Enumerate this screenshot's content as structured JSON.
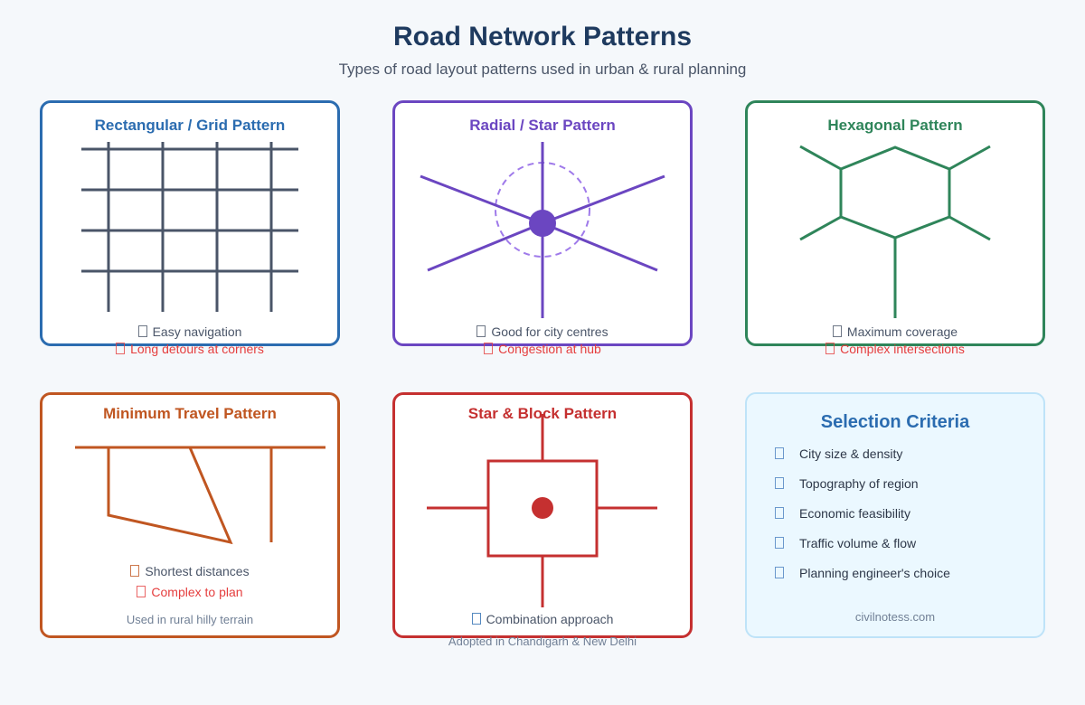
{
  "header": {
    "title": "Road Network Patterns",
    "subtitle": "Types of road layout patterns used in urban & rural planning"
  },
  "colors": {
    "grid": "#2b6cb0",
    "radial": "#6b46c1",
    "hexagonal": "#2f855a",
    "min_travel": "#c05621",
    "star_block": "#c53030",
    "criteria": "#2b6cb0"
  },
  "cards": [
    {
      "title": "Rectangular / Grid Pattern",
      "pro": "Easy navigation",
      "con": "Long detours at corners"
    },
    {
      "title": "Radial / Star Pattern",
      "pro": "Good for city centres",
      "con": "Congestion at hub"
    },
    {
      "title": "Hexagonal Pattern",
      "pro": "Maximum coverage",
      "con": "Complex intersections"
    },
    {
      "title": "Minimum Travel Pattern",
      "pro": "Shortest distances",
      "con": "Complex to plan",
      "note": "Used in rural hilly terrain"
    },
    {
      "title": "Star & Block Pattern",
      "pro": "Combination approach",
      "note": "Adopted in Chandigarh & New Delhi"
    }
  ],
  "criteria": {
    "title": "Selection Criteria",
    "icon": "missing-glyph-box",
    "items": [
      "City size & density",
      "Topography of region",
      "Economic feasibility",
      "Traffic volume & flow",
      "Planning engineer's choice"
    ],
    "footer": "civilnotess.com"
  }
}
